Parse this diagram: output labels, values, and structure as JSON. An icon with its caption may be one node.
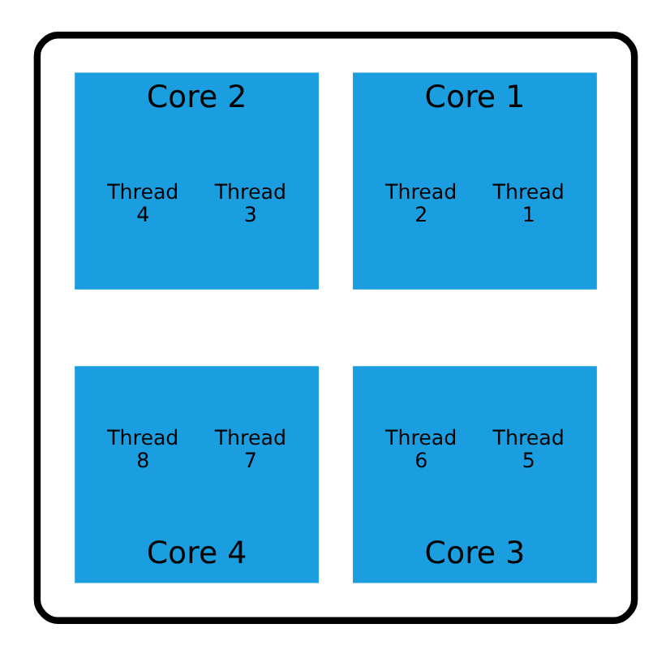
{
  "diagram": {
    "nodes": [
      {
        "text": [],
        "shape": "box"
      },
      {
        "text": [
          "Core 1"
        ],
        "in": 0
      },
      {
        "text": [
          "Thread 1"
        ],
        "in": 1
      },
      {
        "text": [
          "Thread 2"
        ],
        "in": 1
      },
      {
        "text": [
          "Core 2"
        ],
        "in": 0
      },
      {
        "text": [
          "Thread 3"
        ],
        "in": 4
      },
      {
        "text": [
          "Thread 4"
        ],
        "in": 4
      },
      {
        "text": [
          "Core 3"
        ],
        "in": 0
      },
      {
        "text": [
          "Thread 5"
        ],
        "in": 7
      },
      {
        "text": [
          "Thread 6"
        ],
        "in": 7
      },
      {
        "text": [
          "Core 4"
        ],
        "in": 0
      },
      {
        "text": [
          "Thread 7"
        ],
        "in": 10
      },
      {
        "text": [
          "Thread 8"
        ],
        "in": 10
      }
    ],
    "edges": []
  }
}
